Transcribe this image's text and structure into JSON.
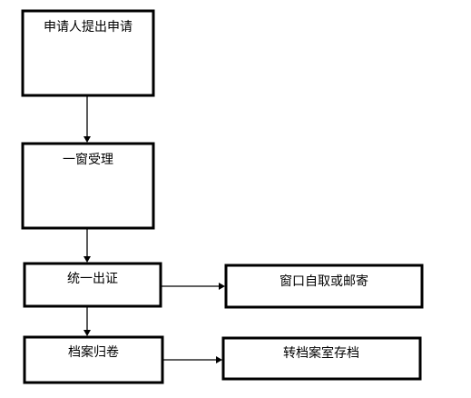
{
  "diagram": {
    "nodes": {
      "apply": {
        "label": "申请人提出申请"
      },
      "accept": {
        "label": "一窗受理"
      },
      "issue": {
        "label": "统一出证"
      },
      "pickup": {
        "label": "窗口自取或邮寄"
      },
      "archive": {
        "label": "档案归卷"
      },
      "transfer": {
        "label": "转档案室存档"
      }
    },
    "edges": [
      {
        "from": "apply",
        "to": "accept"
      },
      {
        "from": "accept",
        "to": "issue"
      },
      {
        "from": "issue",
        "to": "pickup"
      },
      {
        "from": "issue",
        "to": "archive"
      },
      {
        "from": "archive",
        "to": "transfer"
      }
    ]
  }
}
